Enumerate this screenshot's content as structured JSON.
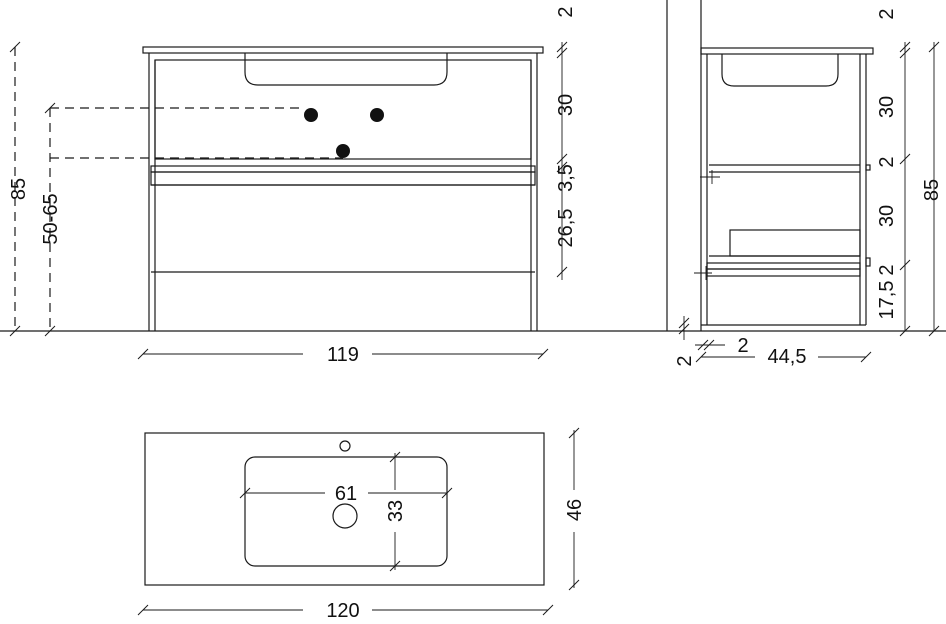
{
  "front_view": {
    "width": "119",
    "height_total": "85",
    "tap_height": "50-65",
    "top_thickness": "2",
    "upper_drawer": "30",
    "gap": "3,5",
    "lower_drawer": "26,5"
  },
  "side_view": {
    "depth": "44,5",
    "top_thickness": "2",
    "upper_drawer": "30",
    "gap_a": "2",
    "lower_drawer": "30",
    "gap_b": "2",
    "plinth": "17,5",
    "height_total": "85",
    "wall_gap": "2",
    "offset": "2"
  },
  "plan_view": {
    "width": "120",
    "depth": "46",
    "basin_width": "61",
    "basin_depth": "33"
  }
}
